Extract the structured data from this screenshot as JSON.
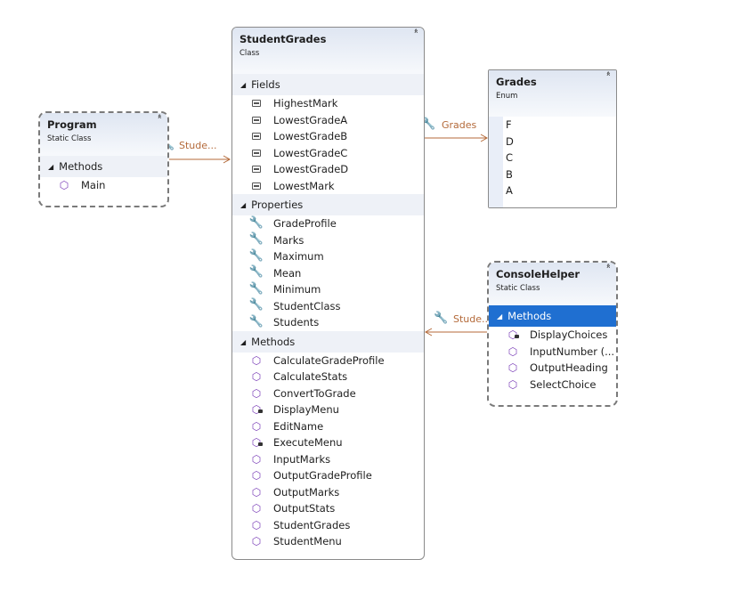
{
  "student_grades": {
    "title": "StudentGrades",
    "stereotype": "Class",
    "fields_label": "Fields",
    "fields": [
      "HighestMark",
      "LowestGradeA",
      "LowestGradeB",
      "LowestGradeC",
      "LowestGradeD",
      "LowestMark"
    ],
    "properties_label": "Properties",
    "properties": [
      "GradeProfile",
      "Marks",
      "Maximum",
      "Mean",
      "Minimum",
      "StudentClass",
      "Students"
    ],
    "methods_label": "Methods",
    "methods": [
      {
        "name": "CalculateGradeProfile",
        "private": false
      },
      {
        "name": "CalculateStats",
        "private": false
      },
      {
        "name": "ConvertToGrade",
        "private": false
      },
      {
        "name": "DisplayMenu",
        "private": true
      },
      {
        "name": "EditName",
        "private": false
      },
      {
        "name": "ExecuteMenu",
        "private": true
      },
      {
        "name": "InputMarks",
        "private": false
      },
      {
        "name": "OutputGradeProfile",
        "private": false
      },
      {
        "name": "OutputMarks",
        "private": false
      },
      {
        "name": "OutputStats",
        "private": false
      },
      {
        "name": "StudentGrades",
        "private": false
      },
      {
        "name": "StudentMenu",
        "private": false
      }
    ]
  },
  "program": {
    "title": "Program",
    "stereotype": "Static Class",
    "methods_label": "Methods",
    "methods": [
      {
        "name": "Main",
        "private": false
      }
    ]
  },
  "grades": {
    "title": "Grades",
    "stereotype": "Enum",
    "values": [
      "F",
      "D",
      "C",
      "B",
      "A"
    ]
  },
  "console_helper": {
    "title": "ConsoleHelper",
    "stereotype": "Static Class",
    "methods_label": "Methods",
    "methods": [
      {
        "name": "DisplayChoices",
        "private": true
      },
      {
        "name": "InputNumber (...",
        "private": false
      },
      {
        "name": "OutputHeading",
        "private": false
      },
      {
        "name": "SelectChoice",
        "private": false
      }
    ]
  },
  "connectors": {
    "program_to_studentgrades": "Stude...",
    "studentgrades_to_grades": "Grades",
    "consolehelper_to_studentgrades": "Stude..."
  },
  "colors": {
    "connector": "#b46a3a",
    "selected_section": "#1f6fd1",
    "method_icon": "#7b3fb8"
  }
}
